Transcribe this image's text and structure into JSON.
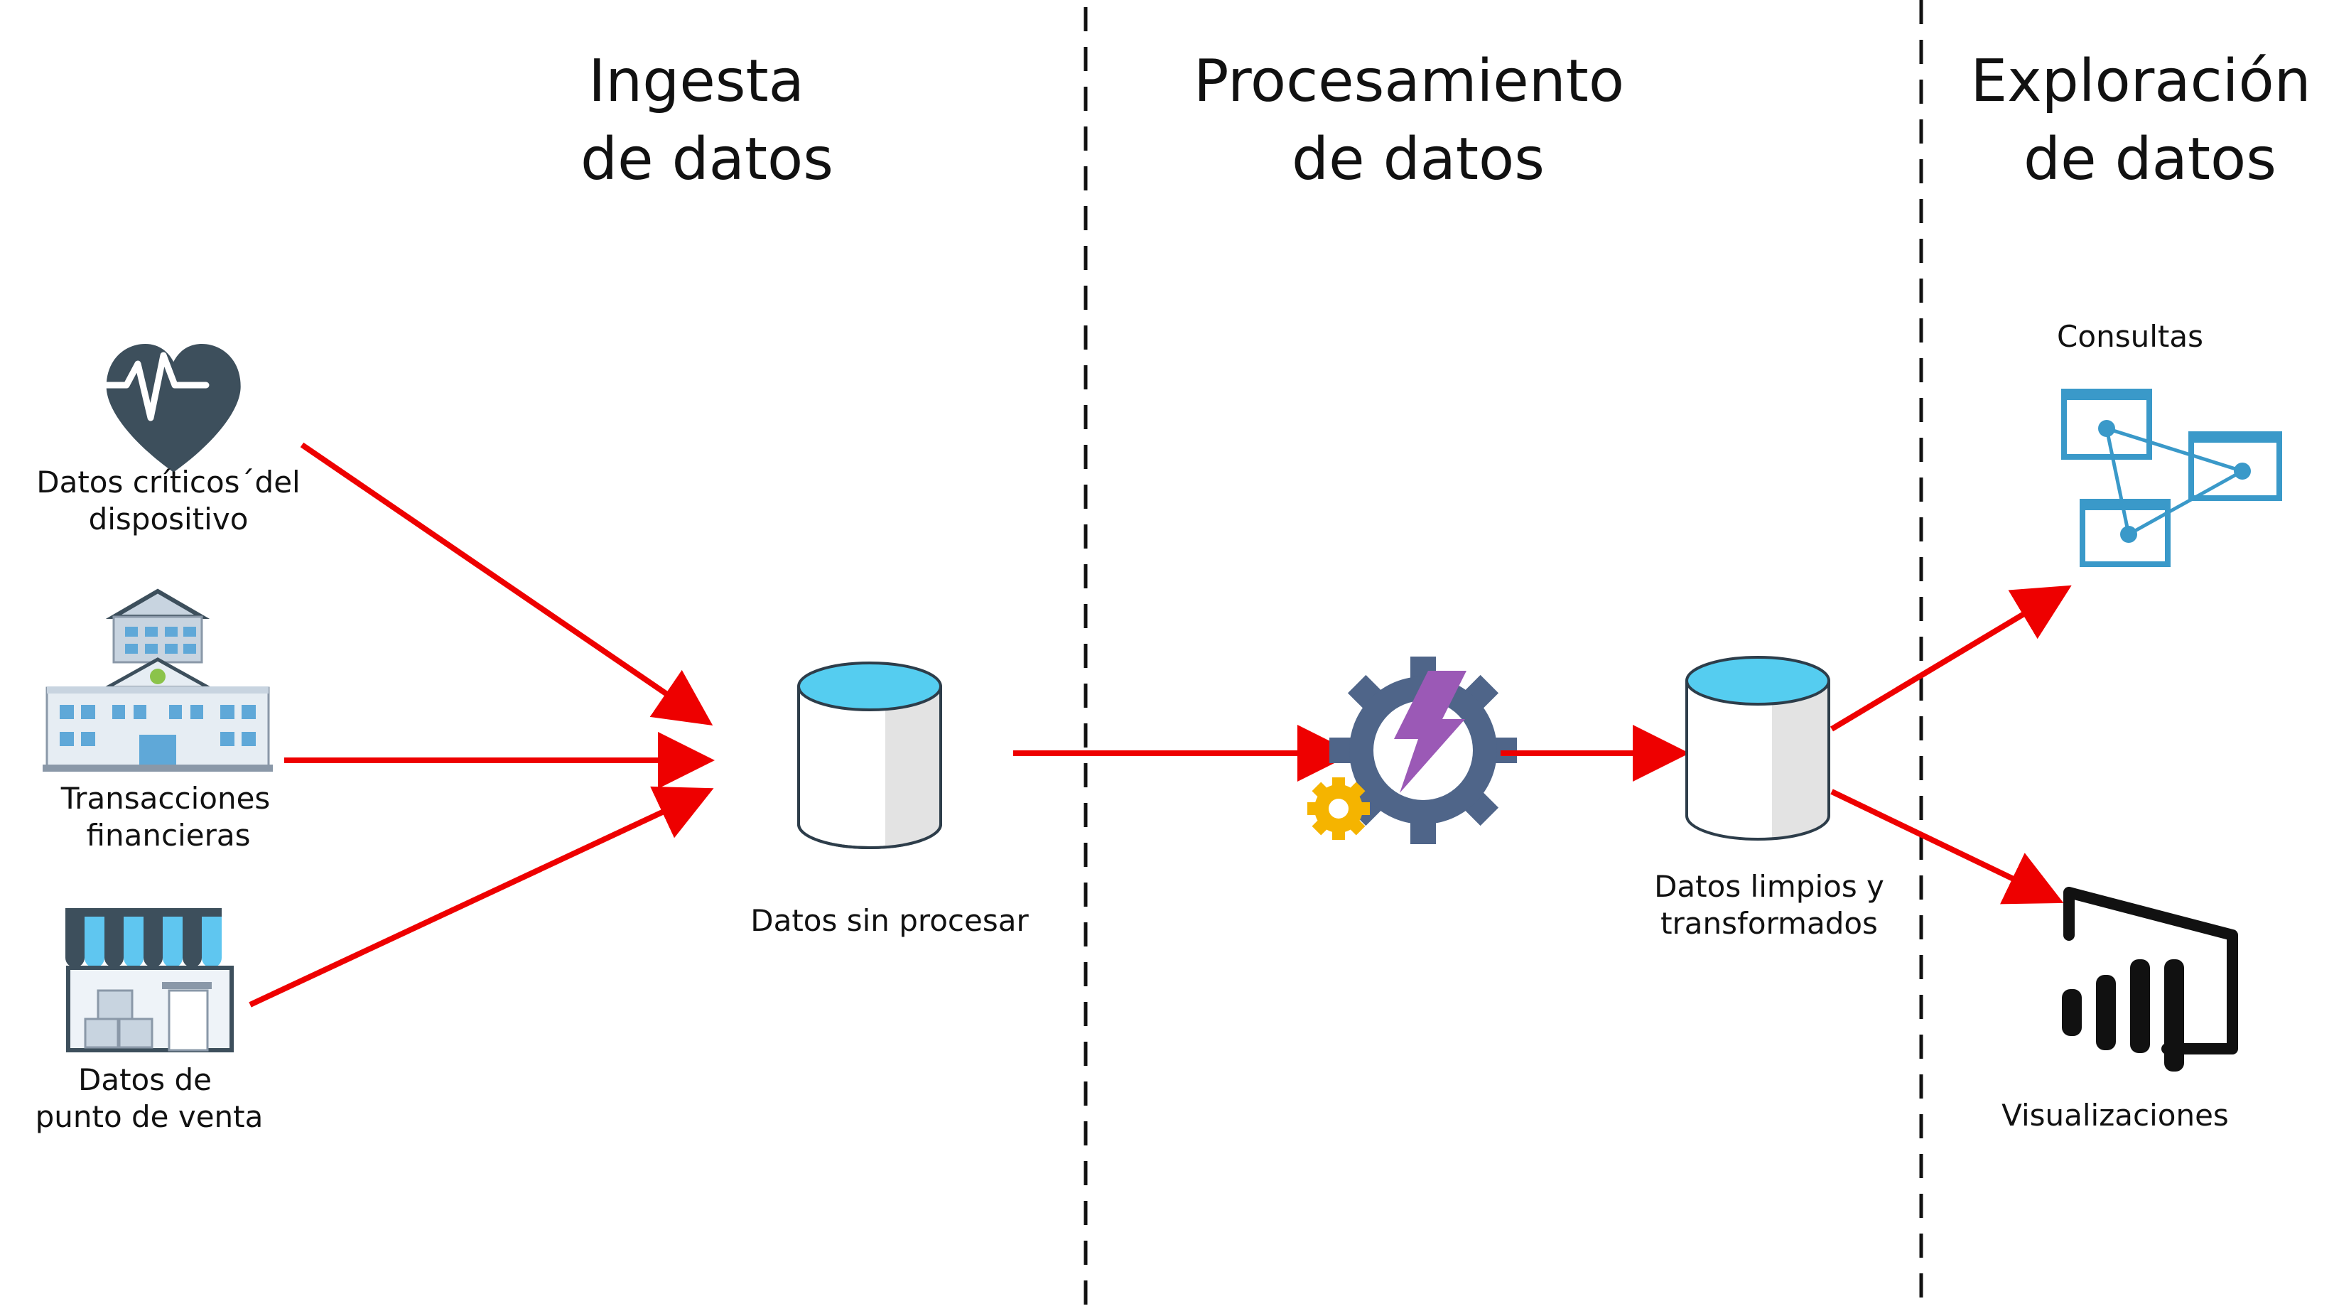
{
  "sections": {
    "ingest": {
      "line1": "Ingesta",
      "line2": "de datos"
    },
    "process": {
      "line1": "Procesamiento",
      "line2": "de datos"
    },
    "explore": {
      "line1": "Exploración",
      "line2": "de datos"
    }
  },
  "sources": {
    "device": {
      "line1": "Datos críticos´del",
      "line2": "dispositivo",
      "icon": "heart-pulse-icon"
    },
    "finance": {
      "line1": "Transacciones",
      "line2": "financieras",
      "icon": "bank-building-icon"
    },
    "pos": {
      "line1": "Datos de",
      "line2": "punto de venta",
      "icon": "store-front-icon"
    }
  },
  "raw_store": {
    "label": "Datos sin procesar",
    "icon": "database-cylinder-icon"
  },
  "processing": {
    "icon": "gear-lightning-icon"
  },
  "clean_store": {
    "line1": "Datos limpios y",
    "line2": "transformados",
    "icon": "database-cylinder-icon"
  },
  "outputs": {
    "queries": {
      "label": "Consultas",
      "icon": "query-windows-icon"
    },
    "visuals": {
      "label": "Visualizaciones",
      "icon": "power-bi-icon"
    }
  },
  "colors": {
    "arrow": "#ee0000",
    "cylinder_top": "#55cdf0",
    "cylinder_shade": "#e3e3e3",
    "heart": "#3d4f5c",
    "gear": "#4f6589",
    "bolt": "#9b59b6",
    "small_gear": "#f5b400",
    "query_blue": "#3a99c9"
  }
}
